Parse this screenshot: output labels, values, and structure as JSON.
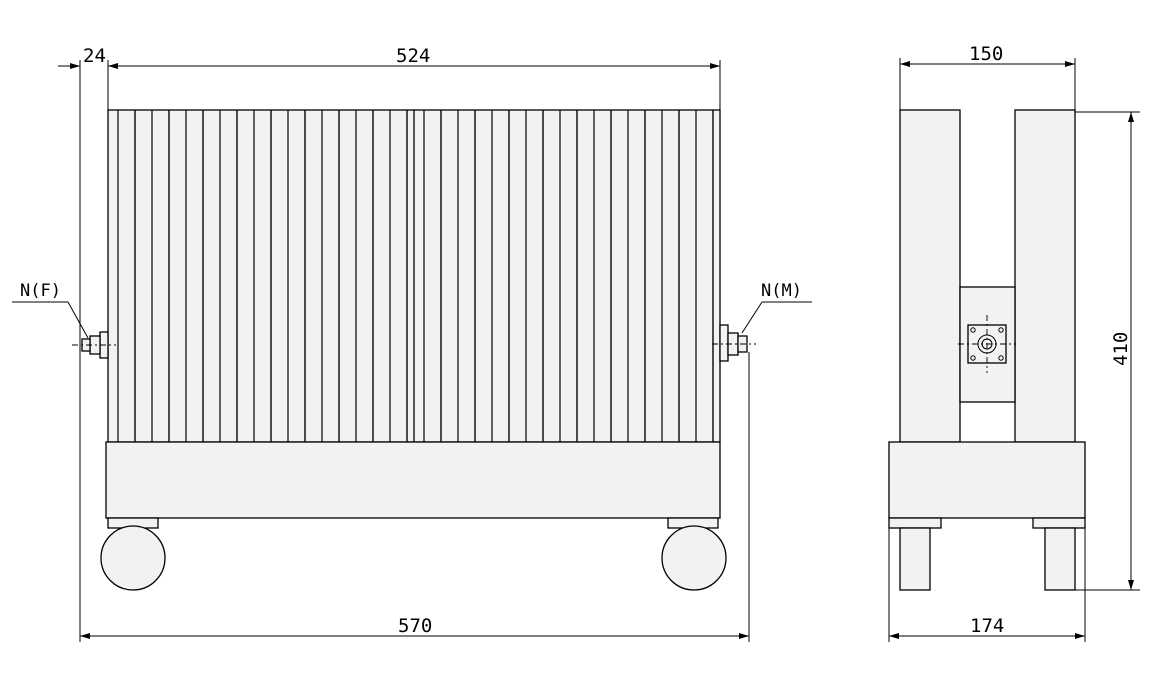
{
  "dimensions": {
    "front_flange": "24",
    "front_fin_width": "524",
    "front_total_width": "570",
    "side_top_width": "150",
    "side_height": "410",
    "side_base_width": "174"
  },
  "connectors": {
    "left": "N(F)",
    "right": "N(M)"
  }
}
